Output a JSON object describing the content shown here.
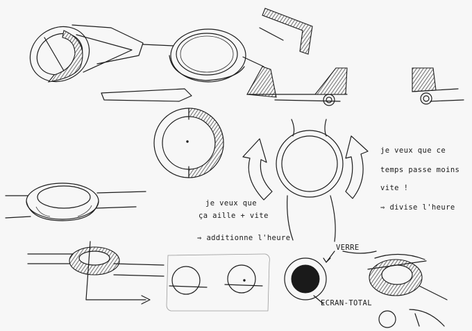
{
  "notes": {
    "right_1": "je veux que ce",
    "right_2": "temps passe moins",
    "right_3": "vite !",
    "right_4": "⇒ divise l'heure",
    "left_1": "je veux que",
    "left_2": "ça aille + vite",
    "left_3": "⇒ additionne l'heure",
    "verre": "VERRE",
    "ecran": "ECRAN-TOTAL"
  }
}
